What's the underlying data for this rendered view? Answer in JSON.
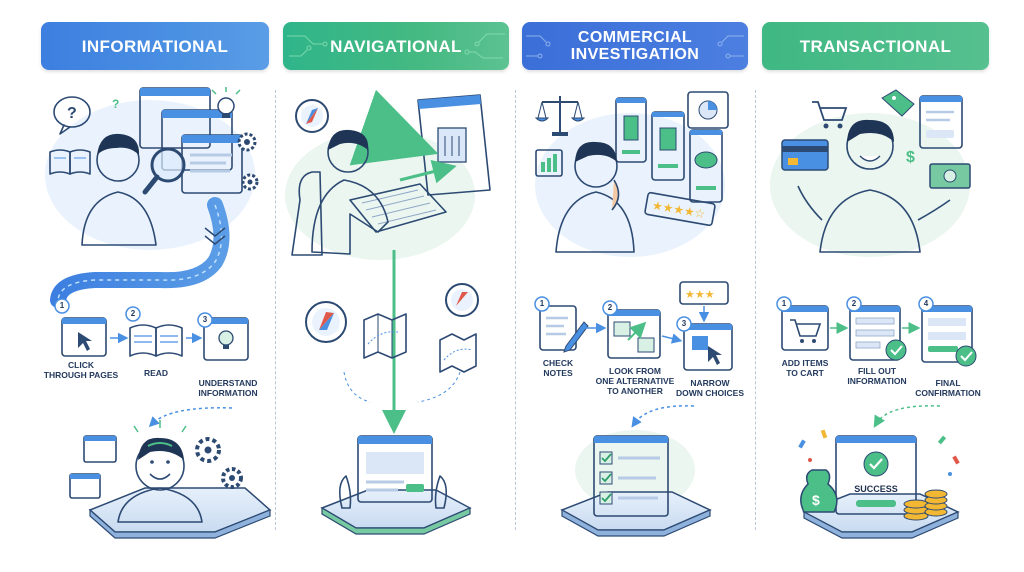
{
  "colors": {
    "blue": "#4a90e2",
    "green": "#45b982",
    "navy": "#2d4a73",
    "light_blue": "#dbe9fb",
    "light_green": "#d9f1e4"
  },
  "headers": {
    "informational": "INFORMATIONAL",
    "navigational": "NAVIGATIONAL",
    "commercial_line1": "COMMERCIAL",
    "commercial_line2": "INVESTIGATION",
    "transactional": "TRANSACTIONAL"
  },
  "informational": {
    "steps": [
      {
        "number": "1",
        "label_lines": [
          "CLICK",
          "THROUGH PAGES"
        ]
      },
      {
        "number": "2",
        "label_lines": [
          "READ"
        ]
      },
      {
        "number": "3",
        "label_lines": [
          "UNDERSTAND",
          "INFORMATION"
        ]
      }
    ]
  },
  "commercial": {
    "steps": [
      {
        "number": "1",
        "label_lines": [
          "CHECK",
          "NOTES"
        ]
      },
      {
        "number": "2",
        "label_lines": [
          "LOOK FROM",
          "ONE ALTERNATIVE",
          "TO ANOTHER"
        ]
      },
      {
        "number": "3",
        "label_lines": [
          "NARROW",
          "DOWN CHOICES"
        ]
      }
    ]
  },
  "transactional": {
    "steps": [
      {
        "number": "1",
        "label_lines": [
          "ADD ITEMS",
          "TO CART"
        ]
      },
      {
        "number": "2",
        "label_lines": [
          "FILL OUT",
          "INFORMATION"
        ]
      },
      {
        "number": "4",
        "label_lines": [
          "FINAL",
          "CONFIRMATION"
        ]
      }
    ],
    "success_label": "SUCCESS"
  },
  "icons": [
    "question-bubble-icon",
    "book-icon",
    "magnifier-icon",
    "lightbulb-icon",
    "gear-icon",
    "compass-icon",
    "keyboard-icon",
    "building-icon",
    "map-icon",
    "scales-icon",
    "bar-chart-icon",
    "pie-chart-icon",
    "star-rating-icon",
    "shopping-cart-icon",
    "credit-card-icon",
    "price-tag-icon",
    "money-bag-icon",
    "coins-icon",
    "checkmark-icon"
  ]
}
